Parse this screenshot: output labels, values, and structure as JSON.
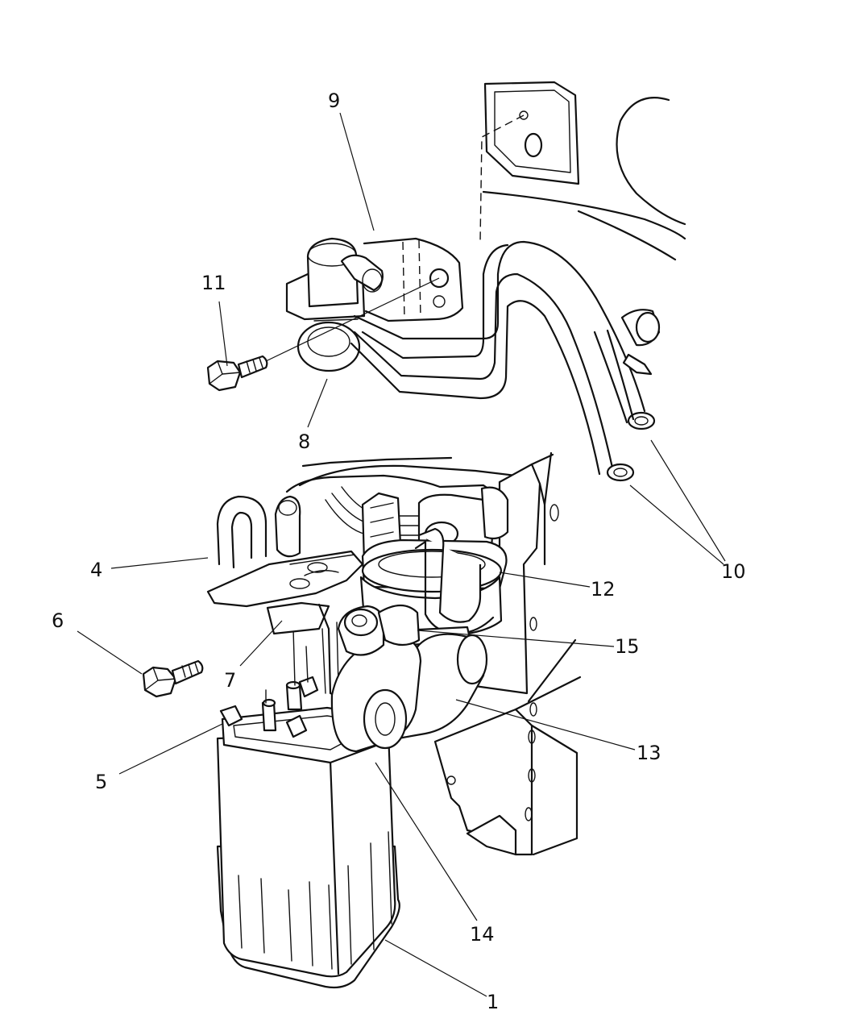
{
  "callouts": [
    {
      "id": "c1",
      "text": "1"
    },
    {
      "id": "c4",
      "text": "4"
    },
    {
      "id": "c5",
      "text": "5"
    },
    {
      "id": "c6",
      "text": "6"
    },
    {
      "id": "c7",
      "text": "7"
    },
    {
      "id": "c8",
      "text": "8"
    },
    {
      "id": "c9",
      "text": "9"
    },
    {
      "id": "c10",
      "text": "10"
    },
    {
      "id": "c11",
      "text": "11"
    },
    {
      "id": "c12",
      "text": "12"
    },
    {
      "id": "c13",
      "text": "13"
    },
    {
      "id": "c14",
      "text": "14"
    },
    {
      "id": "c15",
      "text": "15"
    }
  ]
}
